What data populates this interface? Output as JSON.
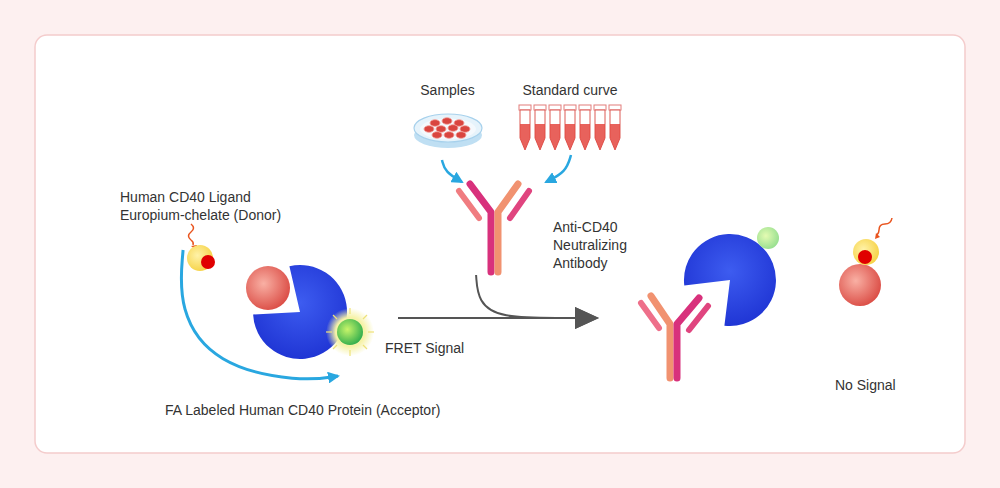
{
  "diagram": {
    "nodes": [
      {
        "text": [
          "Samples"
        ]
      },
      {
        "text": [
          "Standard curve"
        ]
      },
      {
        "text": [
          "Human CD40 Ligand Europium-chelate (Donor)"
        ]
      },
      {
        "text": [
          "Anti-CD40 Neutralizing Antibody"
        ]
      },
      {
        "text": [
          "FRET Signal"
        ]
      },
      {
        "text": [
          "No Signal"
        ]
      },
      {
        "text": [
          "FA Labeled Human CD40 Protein (Acceptor)"
        ]
      }
    ],
    "edges": [
      {
        "from": 0,
        "to": 3,
        "arrow": "to"
      },
      {
        "from": 1,
        "to": 3,
        "arrow": "to"
      },
      {
        "from": 2,
        "to": 6,
        "arrow": "to"
      },
      {
        "from": 4,
        "to": 5,
        "arrow": "to"
      },
      {
        "from": 3,
        "to": 5,
        "arrow": "to"
      }
    ]
  }
}
